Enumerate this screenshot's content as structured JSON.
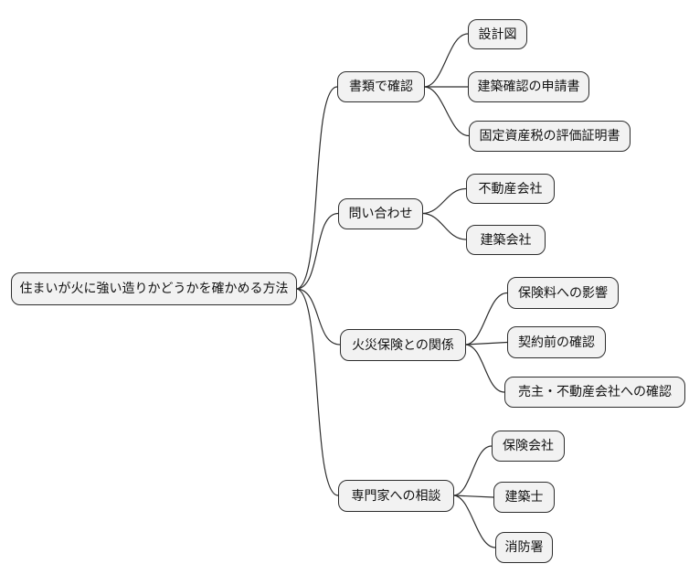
{
  "diagram": {
    "type": "mindmap",
    "colors": {
      "background": "#ffffff",
      "node_fill": "#f2f2f2",
      "node_border": "#2d2d2d",
      "connector": "#2d2d2d",
      "text": "#111111"
    },
    "root": {
      "label": "住まいが火に強い造りかどうかを確かめる方法"
    },
    "branches": [
      {
        "label": "書類で確認",
        "children": [
          {
            "label": "設計図"
          },
          {
            "label": "建築確認の申請書"
          },
          {
            "label": "固定資産税の評価証明書"
          }
        ]
      },
      {
        "label": "問い合わせ",
        "children": [
          {
            "label": "不動産会社"
          },
          {
            "label": "建築会社"
          }
        ]
      },
      {
        "label": "火災保険との関係",
        "children": [
          {
            "label": "保険料への影響"
          },
          {
            "label": "契約前の確認"
          },
          {
            "label": "売主・不動産会社への確認"
          }
        ]
      },
      {
        "label": "専門家への相談",
        "children": [
          {
            "label": "保険会社"
          },
          {
            "label": "建築士"
          },
          {
            "label": "消防署"
          }
        ]
      }
    ]
  }
}
